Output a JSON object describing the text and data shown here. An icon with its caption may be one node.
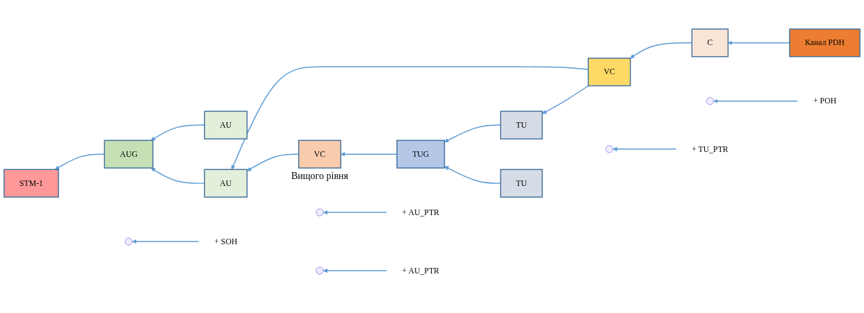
{
  "diagram": {
    "nodes": [
      {
        "text": [
          "STM-1"
        ]
      },
      {
        "text": [
          "AUG"
        ]
      },
      {
        "text": [
          "AU"
        ]
      },
      {
        "text": [
          "AU"
        ]
      },
      {
        "text": [
          "VC"
        ]
      },
      {
        "text": [
          "C"
        ]
      },
      {
        "text": [
          "Канал PDH"
        ]
      },
      {
        "text": [
          "VC"
        ],
        "beside": [
          "Вищого рівня"
        ]
      },
      {
        "text": [
          "TUG"
        ]
      },
      {
        "text": [
          "TU"
        ]
      },
      {
        "text": [
          "TU"
        ]
      },
      {
        "text": [
          "+ SOH"
        ]
      },
      {
        "text": [
          "+ AU_PTR"
        ]
      },
      {
        "text": [
          "+ POH"
        ]
      },
      {
        "text": [
          "+ TU_PTR"
        ]
      },
      {
        "text": [
          "+ AU_PTR"
        ]
      }
    ],
    "edges": [
      {
        "from": 2,
        "to": 1,
        "arrow": "to"
      },
      {
        "from": 3,
        "to": 1,
        "arrow": "to"
      },
      {
        "from": 1,
        "to": 0,
        "arrow": "to"
      },
      {
        "from": 4,
        "to": 3,
        "arrow": "to"
      },
      {
        "from": 5,
        "to": 4,
        "arrow": "to"
      },
      {
        "from": 6,
        "to": 5,
        "arrow": "to"
      },
      {
        "from": 4,
        "to": 9,
        "arrow": "to"
      },
      {
        "from": 9,
        "to": 8,
        "arrow": "to"
      },
      {
        "from": 10,
        "to": 8,
        "arrow": "to"
      },
      {
        "from": 8,
        "to": 7,
        "arrow": "to"
      },
      {
        "from": 7,
        "to": 3,
        "arrow": "to"
      },
      {
        "from": 11,
        "to": null,
        "arrow": "to"
      },
      {
        "from": 12,
        "to": null,
        "arrow": "to"
      },
      {
        "from": 13,
        "to": null,
        "arrow": "to"
      },
      {
        "from": 14,
        "to": null,
        "arrow": "to"
      },
      {
        "from": 15,
        "to": null,
        "arrow": "to"
      }
    ]
  }
}
